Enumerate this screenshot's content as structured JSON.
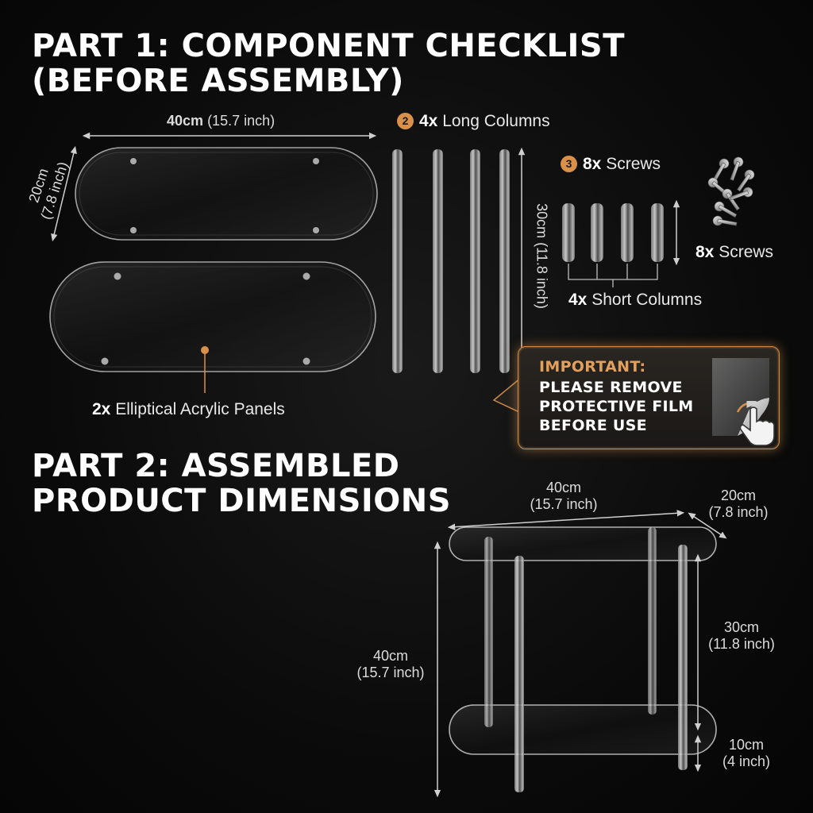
{
  "part1": {
    "title_line1": "PART 1: COMPONENT CHECKLIST",
    "title_line2": "(BEFORE ASSEMBLY)",
    "panel_width": "40cm",
    "panel_width_in": "(15.7 inch)",
    "panel_depth": "20cm",
    "panel_depth_in": "(7.8 inch)",
    "panels_count": "2x",
    "panels_label": "Elliptical Acrylic Panels",
    "long_badge": "2",
    "long_count": "4x",
    "long_label": "Long Columns",
    "long_height": "30cm (11.8 inch)",
    "screws_badge": "3",
    "screws_count": "8x",
    "screws_label": "Screws",
    "screws2_count": "8x",
    "screws2_label": "Screws",
    "short_count": "4x",
    "short_label": "Short Columns"
  },
  "callout": {
    "title": "IMPORTANT:",
    "line1": "PLEASE REMOVE",
    "line2": "PROTECTIVE FILM",
    "line3": "BEFORE USE"
  },
  "part2": {
    "title_line1": "PART 2: ASSEMBLED",
    "title_line2": "PRODUCT DIMENSIONS",
    "width": "40cm",
    "width_in": "(15.7 inch)",
    "depth": "20cm",
    "depth_in": "(7.8 inch)",
    "height": "40cm",
    "height_in": "(15.7 inch)",
    "shelf_gap": "30cm",
    "shelf_gap_in": "(11.8 inch)",
    "leg": "10cm",
    "leg_in": "(4 inch)"
  },
  "colors": {
    "accent": "#d9914a",
    "background": "#0b0b0b",
    "text": "#ffffff"
  },
  "icons": [
    "hand-pointer-icon",
    "peeling-film-icon",
    "screw-icon"
  ]
}
